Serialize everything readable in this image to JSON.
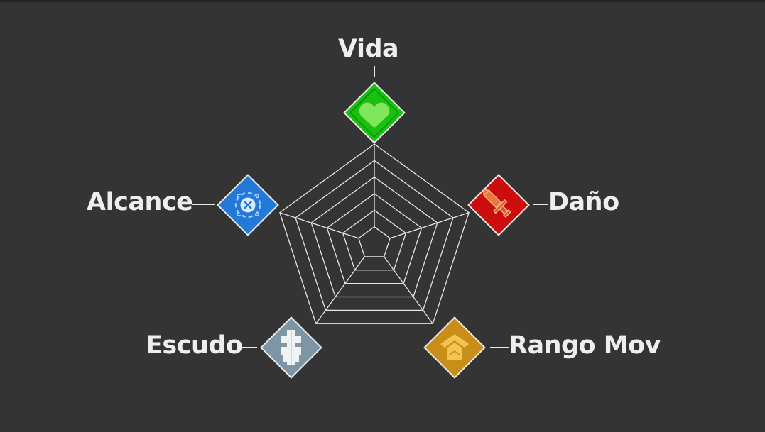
{
  "stats": [
    {
      "key": "vida",
      "label": "Vida",
      "icon": "heart-icon",
      "color": "#22cc11"
    },
    {
      "key": "dano",
      "label": "Daño",
      "icon": "sword-icon",
      "color": "#cc1111"
    },
    {
      "key": "rango_mov",
      "label": "Rango Mov",
      "icon": "chevron-up-icon",
      "color": "#cc8f1a"
    },
    {
      "key": "escudo",
      "label": "Escudo",
      "icon": "shield-icon",
      "color": "#7f95a4"
    },
    {
      "key": "alcance",
      "label": "Alcance",
      "icon": "crosshair-icon",
      "color": "#2a7ad6"
    }
  ],
  "grid_rings": 6
}
